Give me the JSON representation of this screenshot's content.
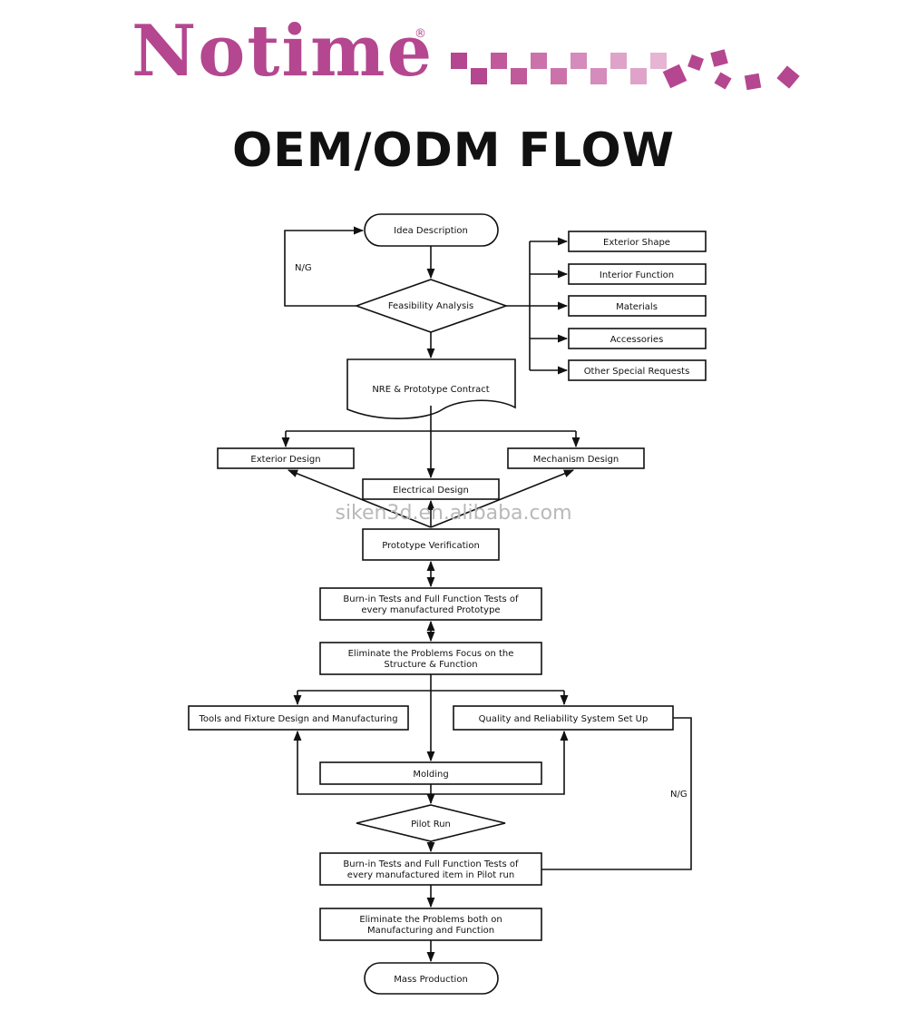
{
  "brand": {
    "name": "Notime",
    "reg_mark": "®"
  },
  "title": "OEM/ODM FLOW",
  "watermark": "siken3d.en.alibaba.com",
  "flow": {
    "idea": "Idea Description",
    "feasibility": "Feasibility Analysis",
    "ng1": "N/G",
    "nre": "NRE & Prototype Contract",
    "exterior_shape": "Exterior  Shape",
    "interior_function": "Interior  Function",
    "materials": "Materials",
    "accessories": "Accessories",
    "other_requests": "Other Special Requests",
    "exterior_design": "Exterior Design",
    "mechanism_design": "Mechanism Design",
    "electrical_design": "Electrical Design",
    "prototype_verification": "Prototype Verification",
    "burnin1_line1": "Burn-in Tests and Full Function Tests of",
    "burnin1_line2": "every manufactured Prototype",
    "eliminate1_line1": "Eliminate the Problems Focus on the",
    "eliminate1_line2": "Structure & Function",
    "tools": "Tools and Fixture Design and Manufacturing",
    "quality": "Quality and Reliability System Set Up",
    "molding": "Molding",
    "ng2": "N/G",
    "pilot": "Pilot Run",
    "burnin2_line1": "Burn-in Tests and Full Function Tests of",
    "burnin2_line2": "every manufactured item in Pilot run",
    "eliminate2_line1": "Eliminate the Problems both on",
    "eliminate2_line2": "Manufacturing and Function",
    "mass": "Mass Production"
  },
  "colors": {
    "brand": "#b4478f",
    "line": "#111111"
  }
}
